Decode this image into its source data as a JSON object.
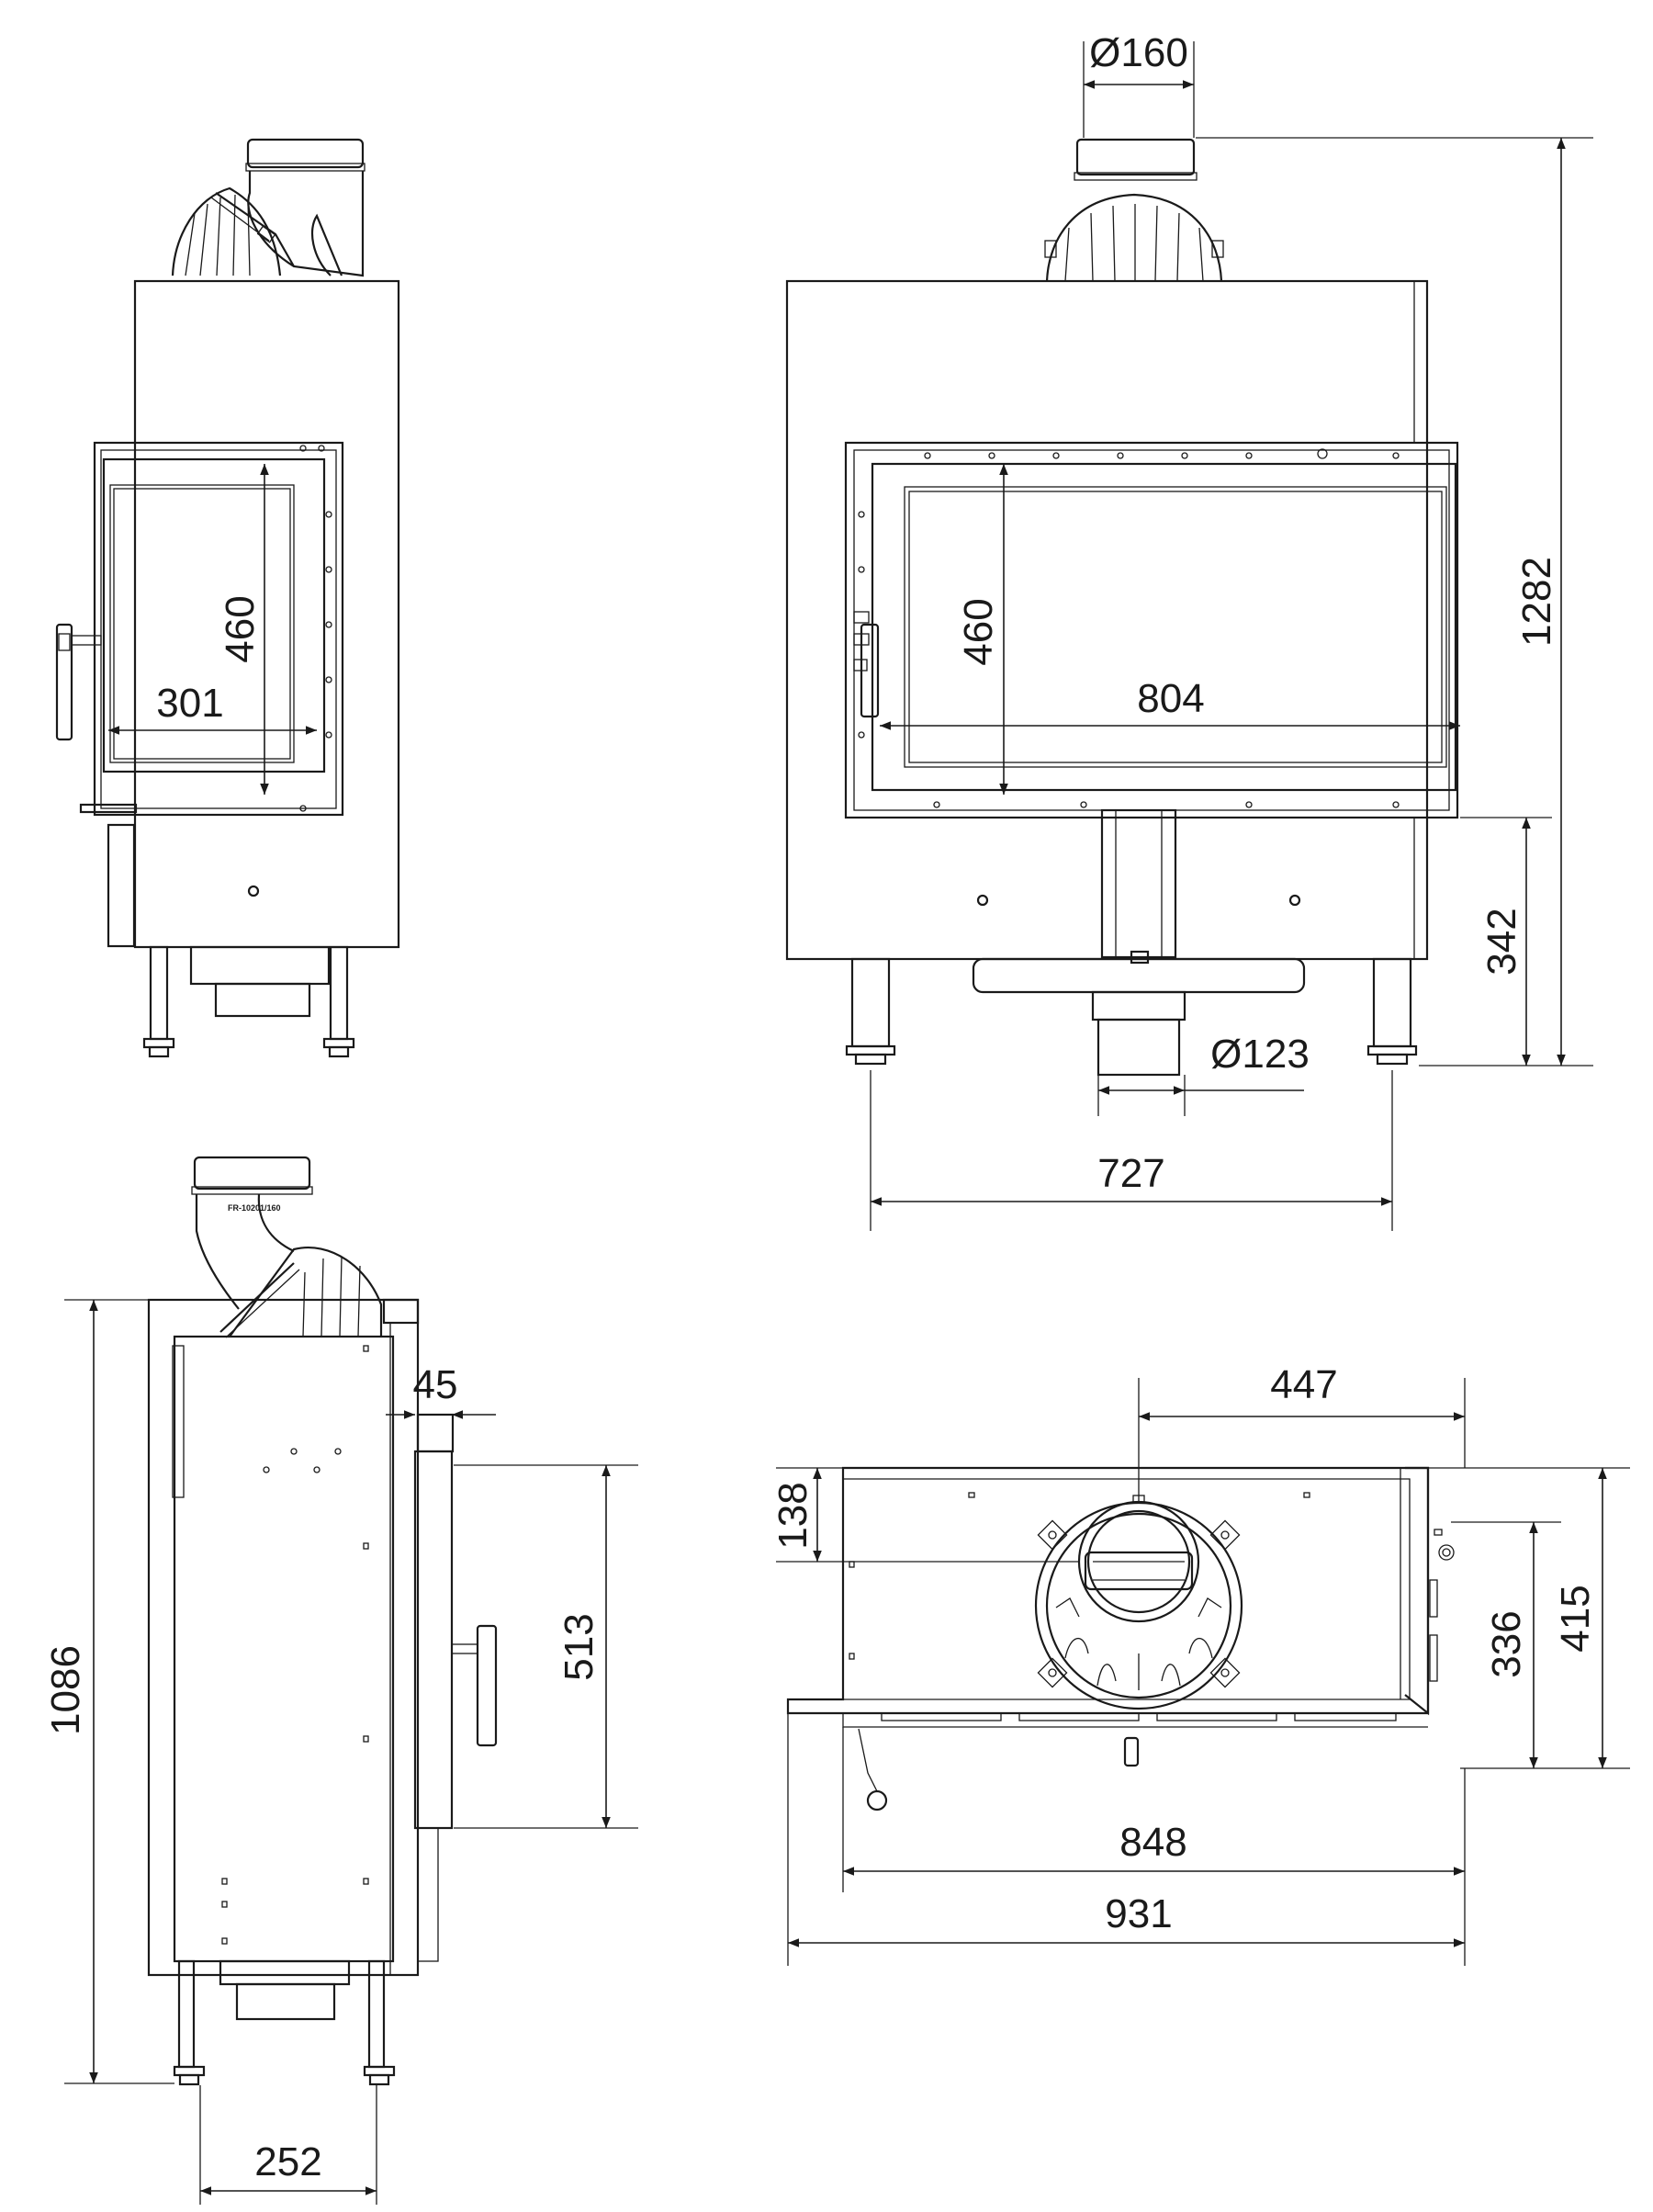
{
  "drawing": {
    "front_narrow": {
      "glass_height": "460",
      "glass_width": "301"
    },
    "front_wide": {
      "flue_top": "Ø160",
      "glass_height": "460",
      "glass_width": "804",
      "total_height": "1282",
      "base_height": "342",
      "flue_bottom": "Ø123",
      "leg_span": "727"
    },
    "side": {
      "height": "1086",
      "door_offset": "45",
      "door_height": "513",
      "leg_span": "252",
      "model_mark": "FR-10201/160"
    },
    "top": {
      "flue_offset_x": "447",
      "flue_offset_y": "138",
      "inner_depth": "336",
      "total_depth": "415",
      "inner_width": "848",
      "total_width": "931"
    }
  }
}
